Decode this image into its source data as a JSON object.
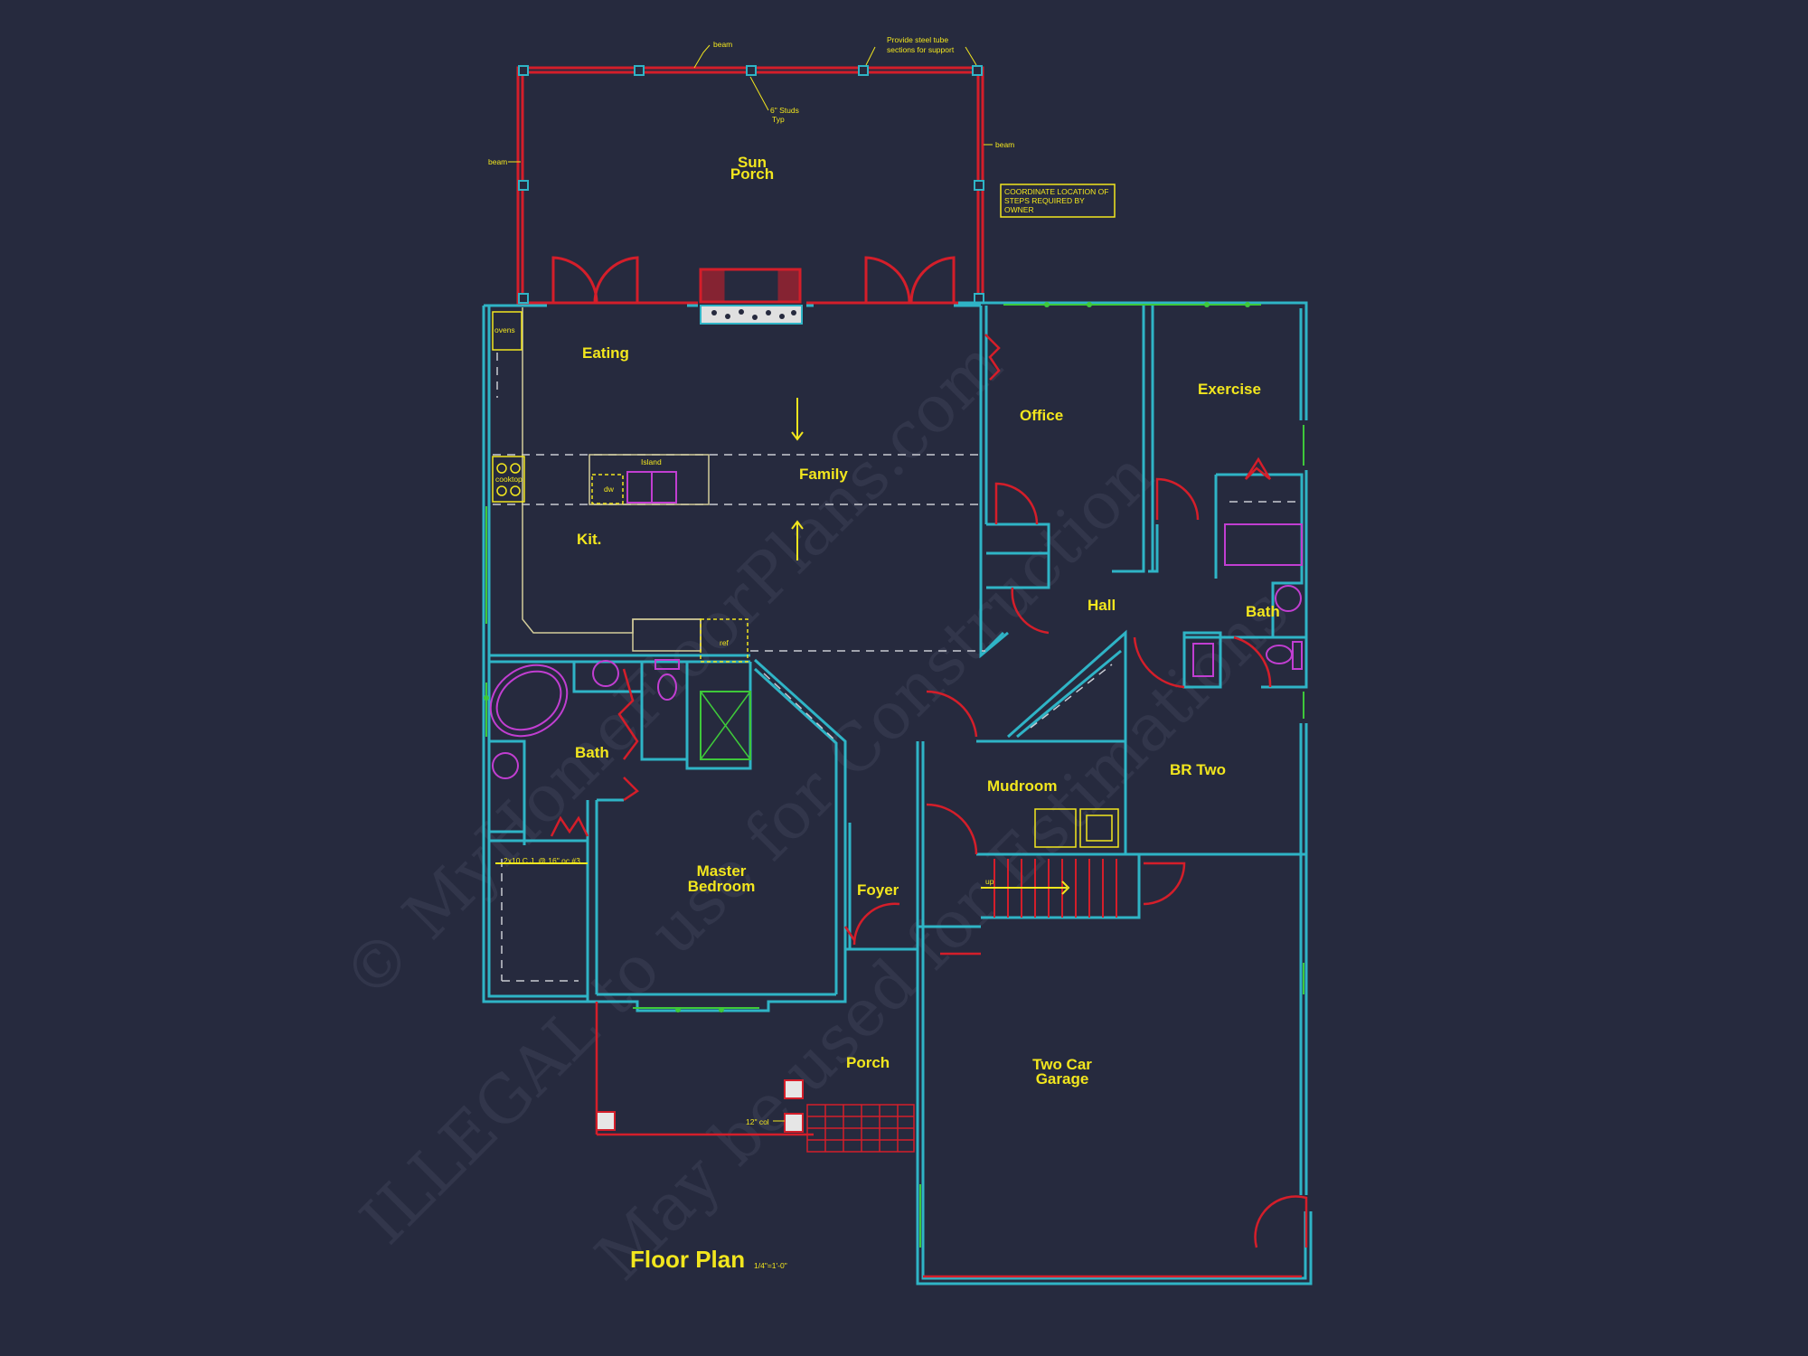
{
  "plan": {
    "title": "Floor Plan",
    "scale": "1/4\"=1'-0\"",
    "rooms": {
      "sun_porch": [
        "Sun",
        "Porch"
      ],
      "eating": "Eating",
      "family": "Family",
      "kit": "Kit.",
      "office": "Office",
      "exercise": "Exercise",
      "hall": "Hall",
      "bath_upper": "Bath",
      "bath_master": "Bath",
      "master_bedroom": [
        "Master",
        "Bedroom"
      ],
      "foyer": "Foyer",
      "mudroom": "Mudroom",
      "br_two": "BR Two",
      "porch": "Porch",
      "garage": [
        "Two Car",
        "Garage"
      ]
    },
    "notes": {
      "beam_top": "beam",
      "beam_left": "beam",
      "beam_right": "beam",
      "steel_tube": [
        "Provide steel tube",
        "sections for support"
      ],
      "studs": [
        "6\" Studs",
        "Typ"
      ],
      "coordinate_note": [
        "COORDINATE LOCATION OF",
        "STEPS REQUIRED BY",
        "OWNER"
      ],
      "ovens": "ovens",
      "cooktop": "cooktop",
      "island": "Island",
      "dw": "dw",
      "ref": "ref",
      "joists": "2x10 C.J. @ 16\" oc #3",
      "col": "12\" col",
      "up": "up"
    },
    "watermark": [
      "© MyHomeFloorPlans.com",
      "ILLEGAL to use for Construction",
      "May be used for Estimations"
    ]
  },
  "colors": {
    "background": "#262a3e",
    "wall": "#2fb4c6",
    "red": "#d41e2a",
    "text": "#f2e61e",
    "fixture": "#c13ed1",
    "green": "#3ec83a",
    "dashed": "#c9cbd2"
  }
}
